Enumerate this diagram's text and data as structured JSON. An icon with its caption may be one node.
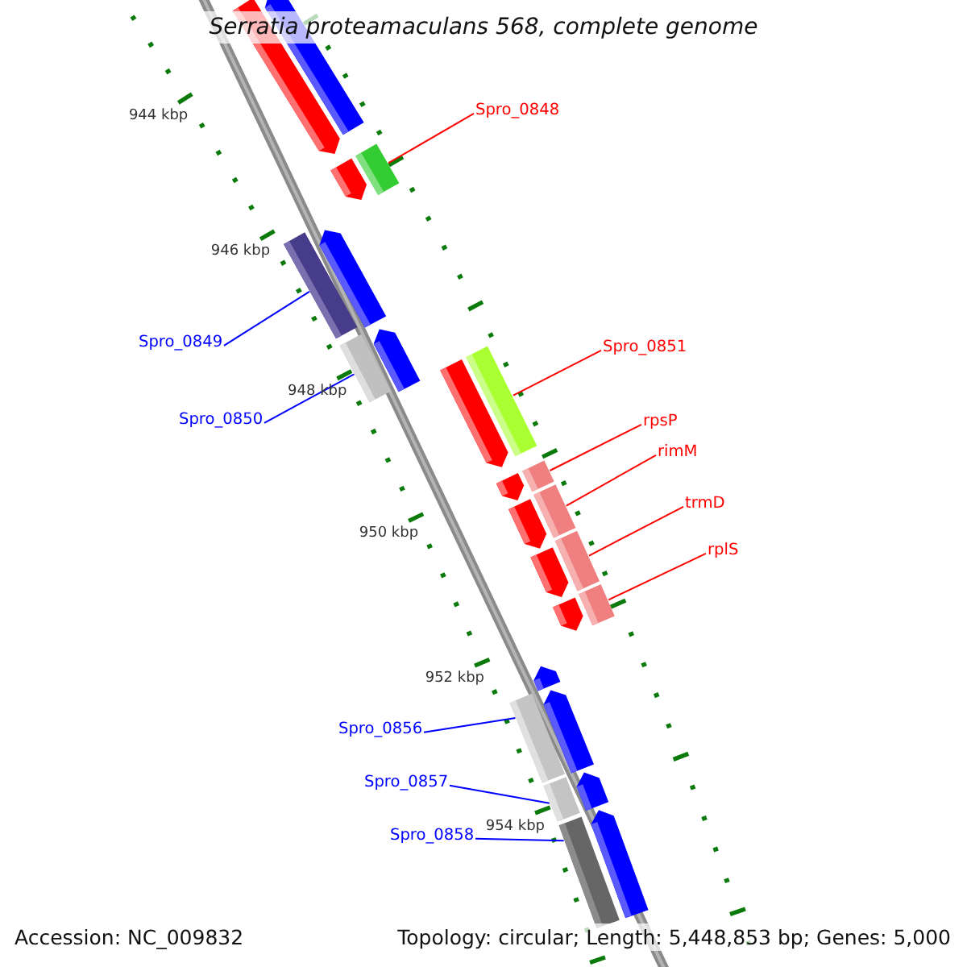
{
  "diagram": {
    "title": "Serratia proteamaculans 568, complete genome",
    "nodes": [
      {
        "text": [
          "Spro_0848"
        ]
      },
      {
        "text": [],
        "shape": "bar"
      },
      {
        "text": [
          "Spro_0849"
        ]
      },
      {
        "text": [],
        "shape": "bar"
      },
      {
        "text": [
          "Spro_0850"
        ]
      },
      {
        "text": [],
        "shape": "bar"
      },
      {
        "text": [
          "Spro_0851"
        ]
      },
      {
        "text": [],
        "shape": "bar"
      },
      {
        "text": [
          "rpsP"
        ]
      },
      {
        "text": [],
        "shape": "bar"
      },
      {
        "text": [
          "rimM"
        ]
      },
      {
        "text": [],
        "shape": "bar"
      },
      {
        "text": [
          "trmD"
        ]
      },
      {
        "text": [],
        "shape": "bar"
      },
      {
        "text": [
          "rplS"
        ]
      },
      {
        "text": [],
        "shape": "bar"
      },
      {
        "text": [
          "Spro_0856"
        ]
      },
      {
        "text": [],
        "shape": "bar"
      },
      {
        "text": [
          "Spro_0857"
        ]
      },
      {
        "text": [],
        "shape": "bar"
      },
      {
        "text": [
          "Spro_0858"
        ]
      },
      {
        "text": [],
        "shape": "bar"
      }
    ],
    "edges": [
      {
        "from": 0,
        "to": 1,
        "arrow": "none"
      },
      {
        "from": 2,
        "to": 3,
        "arrow": "none",
        "color": "#0000ff"
      },
      {
        "from": 4,
        "to": 5,
        "arrow": "none",
        "color": "#0000ff"
      },
      {
        "from": 6,
        "to": 7,
        "arrow": "none"
      },
      {
        "from": 8,
        "to": 9,
        "arrow": "none"
      },
      {
        "from": 10,
        "to": 11,
        "arrow": "none"
      },
      {
        "from": 12,
        "to": 13,
        "arrow": "none"
      },
      {
        "from": 14,
        "to": 15,
        "arrow": "none"
      },
      {
        "from": 16,
        "to": 17,
        "arrow": "none",
        "color": "#0000ff"
      },
      {
        "from": 18,
        "to": 19,
        "arrow": "none",
        "color": "#0000ff"
      },
      {
        "from": 20,
        "to": 21,
        "arrow": "none",
        "color": "#0000ff"
      }
    ],
    "labels": [
      "944 kbp",
      "946 kbp",
      "948 kbp",
      "950 kbp",
      "952 kbp",
      "954 kbp",
      "Accession: NC_009832",
      "Topology: circular; Length: 5,448,853 bp; Genes: 5,000"
    ]
  }
}
